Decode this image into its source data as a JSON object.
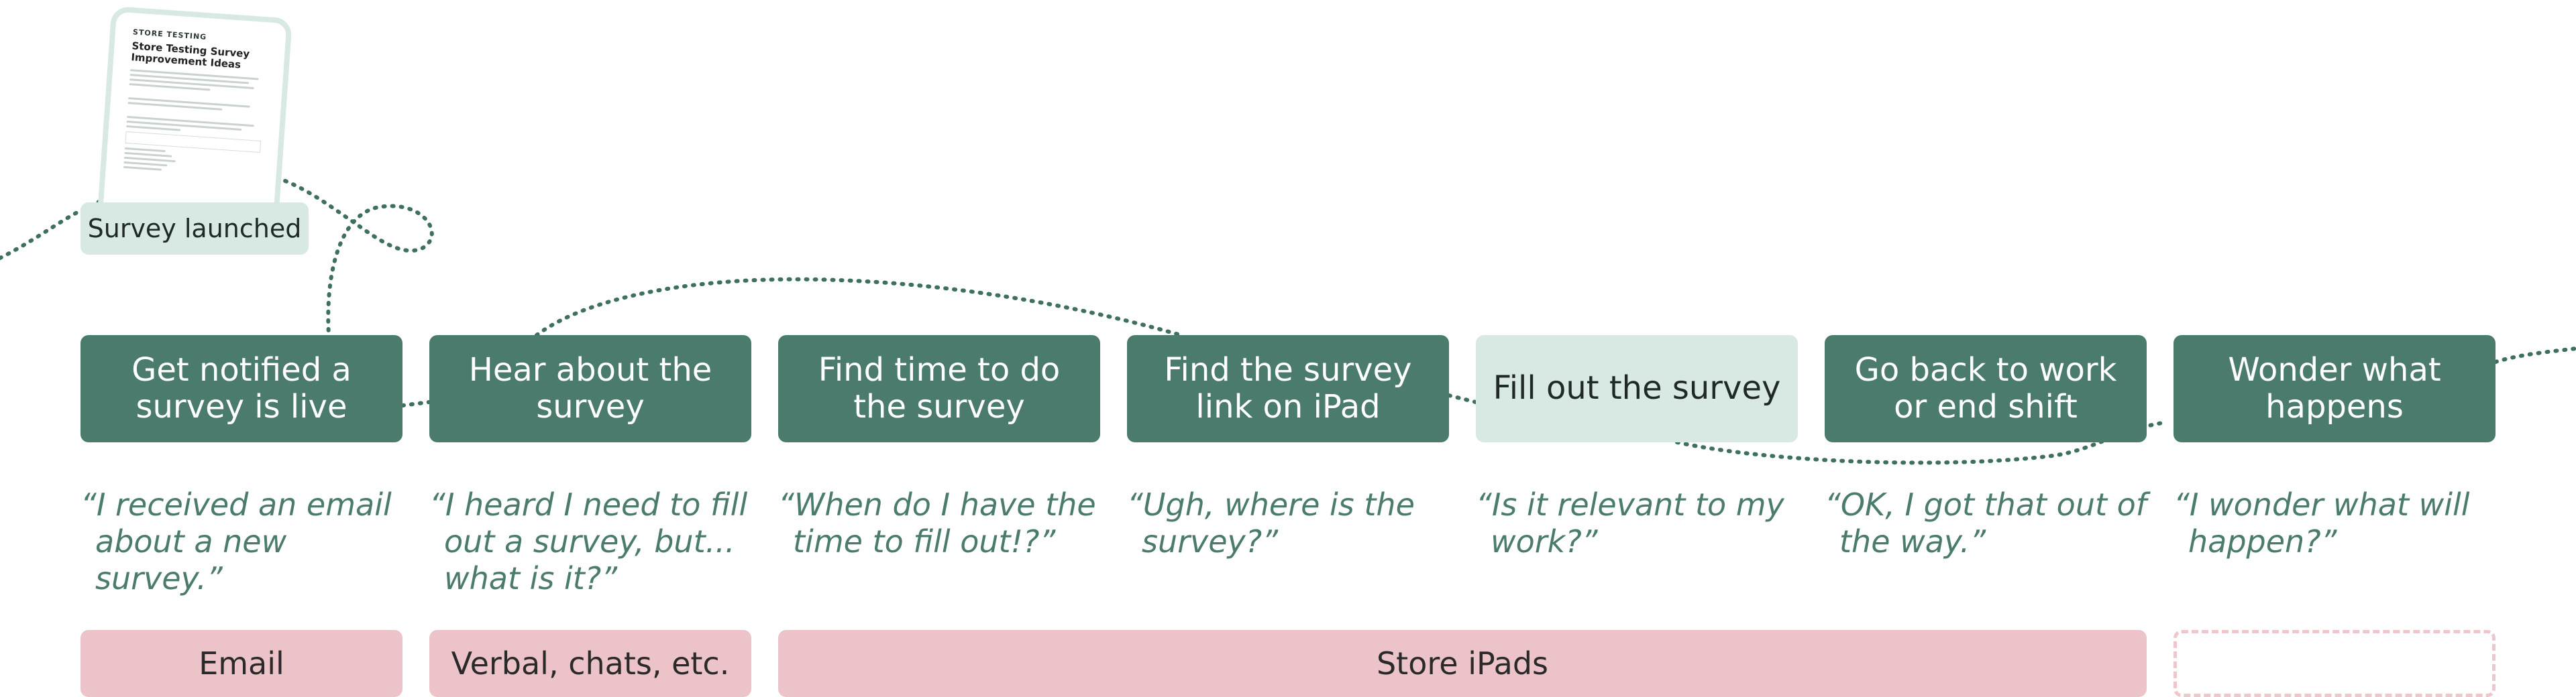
{
  "survey_doc": {
    "brand": "STORE TESTING",
    "title": "Store Testing Survey Improvement Ideas"
  },
  "launched_label": "Survey launched",
  "steps": [
    {
      "label": "Get notified a survey is live",
      "quote": "“I received an email about a new survey.”"
    },
    {
      "label": "Hear about the survey",
      "quote": "“I heard I need to fill out a survey, but... what is it?”"
    },
    {
      "label": "Find time to do the survey",
      "quote": "“When do I have the time to fill out!?”"
    },
    {
      "label": "Find the survey link on iPad",
      "quote": "“Ugh, where is the survey?”"
    },
    {
      "label": "Fill out the survey",
      "quote": "“Is it relevant to my work?”"
    },
    {
      "label": "Go back to work or end shift",
      "quote": "“OK, I got that out of the way.”"
    },
    {
      "label": "Wonder what happens",
      "quote": "“I wonder what will happen?”"
    }
  ],
  "channels": [
    {
      "label": "Email"
    },
    {
      "label": "Verbal, chats, etc."
    },
    {
      "label": "Store iPads"
    },
    {
      "label": ""
    }
  ],
  "colors": {
    "step_dark": "#4a7b6c",
    "step_light": "#d8e8e2",
    "channel": "#ecc3c9",
    "path": "#3f6f61"
  }
}
